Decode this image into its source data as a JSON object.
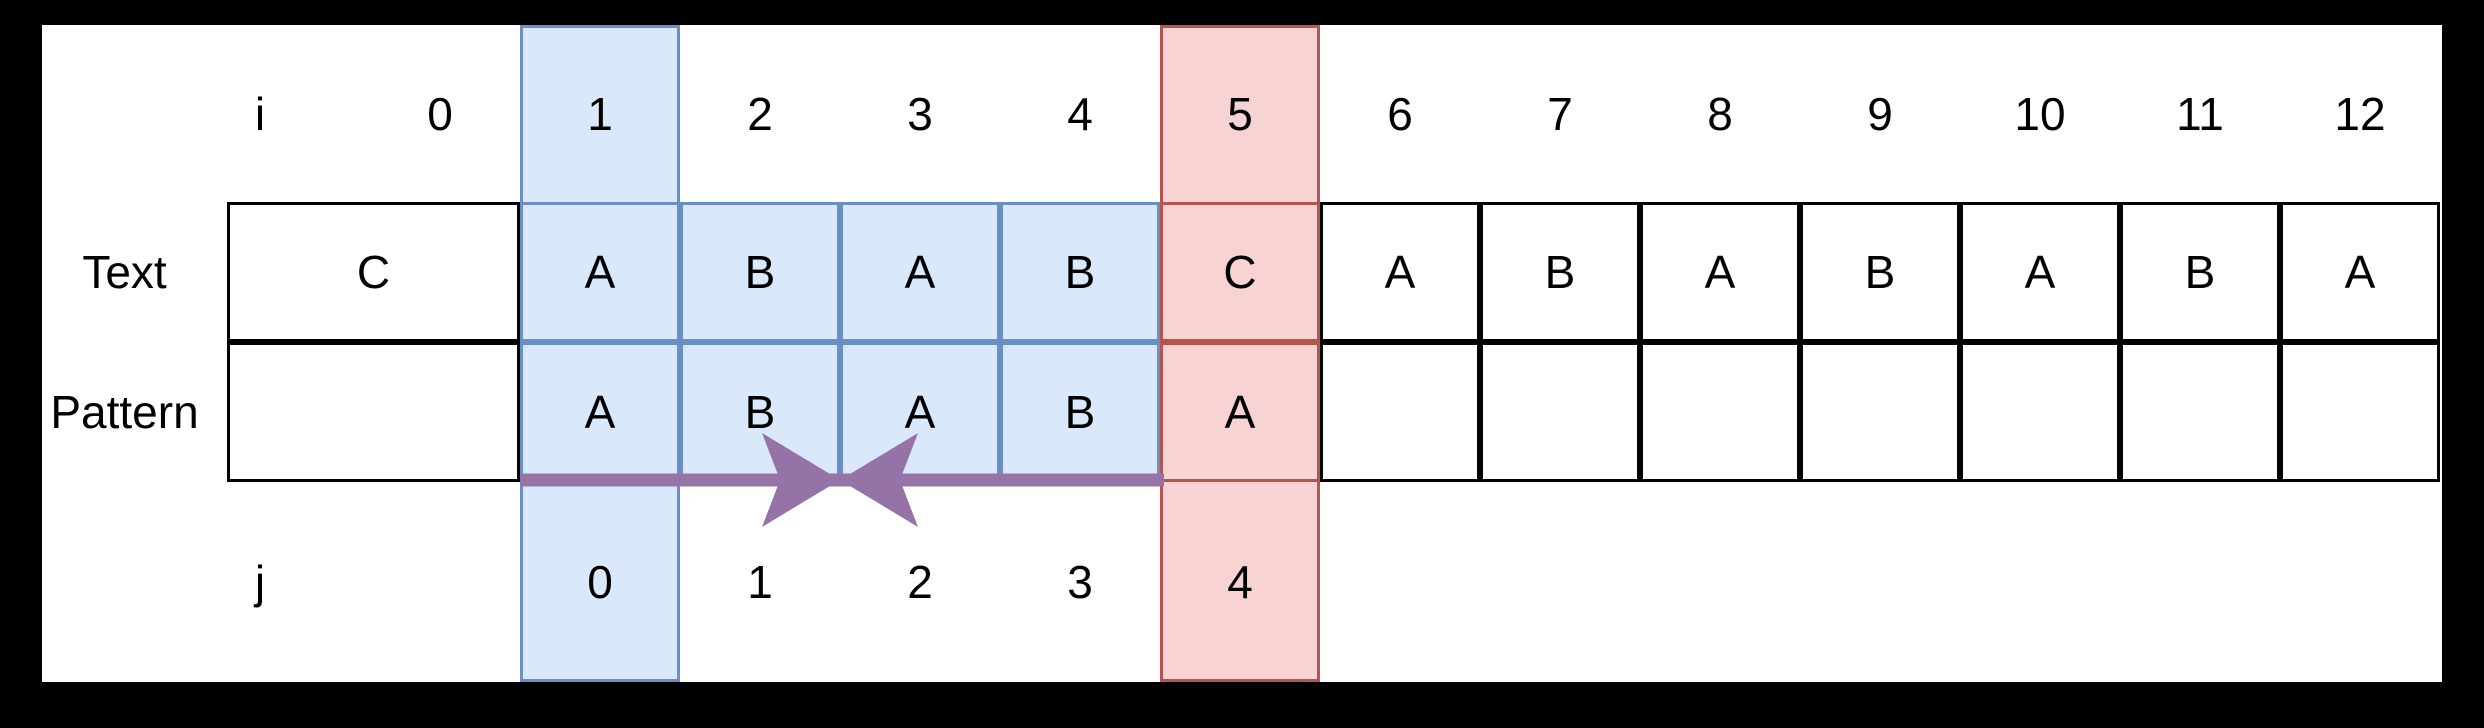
{
  "diagram": {
    "title": "KMP string matching alignment",
    "background_color": "#000000",
    "board_color": "#ffffff",
    "highlight_blue": "#dae8fb",
    "highlight_blue_border": "#6b8fc4",
    "highlight_red": "#f7d4d3",
    "highlight_red_border": "#b85450",
    "arrow_color": "#9673a6"
  },
  "axis_labels": {
    "i": "i",
    "j": "j"
  },
  "row_labels": {
    "text": "Text",
    "pattern": "Pattern"
  },
  "i_indices": [
    "0",
    "1",
    "2",
    "3",
    "4",
    "5",
    "6",
    "7",
    "8",
    "9",
    "10",
    "11",
    "12"
  ],
  "text_row": [
    "C",
    "A",
    "B",
    "A",
    "B",
    "C",
    "A",
    "B",
    "A",
    "B",
    "A",
    "B",
    "A"
  ],
  "pattern_row": [
    "",
    "A",
    "B",
    "A",
    "B",
    "A",
    "",
    "",
    "",
    "",
    "",
    "",
    ""
  ],
  "j_indices": [
    "",
    "0",
    "1",
    "2",
    "3",
    "4",
    "",
    "",
    "",
    "",
    "",
    "",
    ""
  ],
  "highlights": {
    "blue_column_index": 1,
    "red_column_index": 5,
    "blue_span_columns": [
      1,
      2,
      3,
      4
    ],
    "red_span_columns": [
      5
    ]
  },
  "arrow": {
    "kind": "double-headed",
    "from_column": 1,
    "to_column": 5,
    "meet_column": 3
  }
}
